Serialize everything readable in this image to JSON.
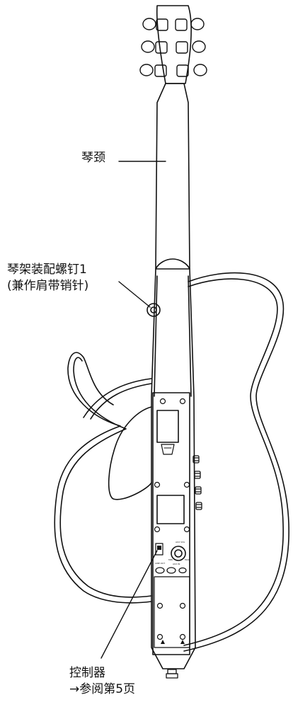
{
  "callouts": {
    "neck": "琴颈",
    "strap_pin": {
      "line1": "琴架装配螺钉1",
      "line2": "(兼作肩带销针)"
    },
    "controls": {
      "line1": "控制器",
      "line2": "→参阅第5页"
    }
  },
  "panel_labels": {
    "aux_vol": "AUX VOL",
    "line_out": "LINE OUT",
    "aux_in": "AUX IN",
    "min": "MIN",
    "max": "MAX"
  },
  "colors": {
    "line": "#111111",
    "background": "#ffffff"
  }
}
